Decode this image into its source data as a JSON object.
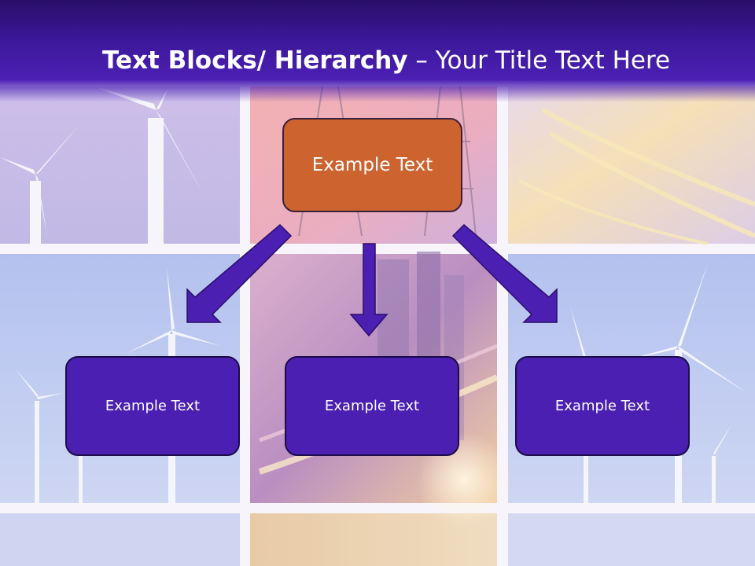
{
  "title": {
    "bold_part": "Text Blocks/ Hierarchy",
    "rest_part": " – Your Title Text Here"
  },
  "hierarchy": {
    "root": {
      "label": "Example Text"
    },
    "children": [
      {
        "label": "Example Text"
      },
      {
        "label": "Example Text"
      },
      {
        "label": "Example Text"
      }
    ]
  },
  "colors": {
    "title_bar": "#3c189a",
    "root_box": "#cd6430",
    "child_box": "#4a1fb2",
    "arrow": "#4a1fb2"
  },
  "background_icons": [
    "wind-turbine-icon",
    "power-pylon-icon",
    "light-trail-icon",
    "city-skyline-icon"
  ]
}
